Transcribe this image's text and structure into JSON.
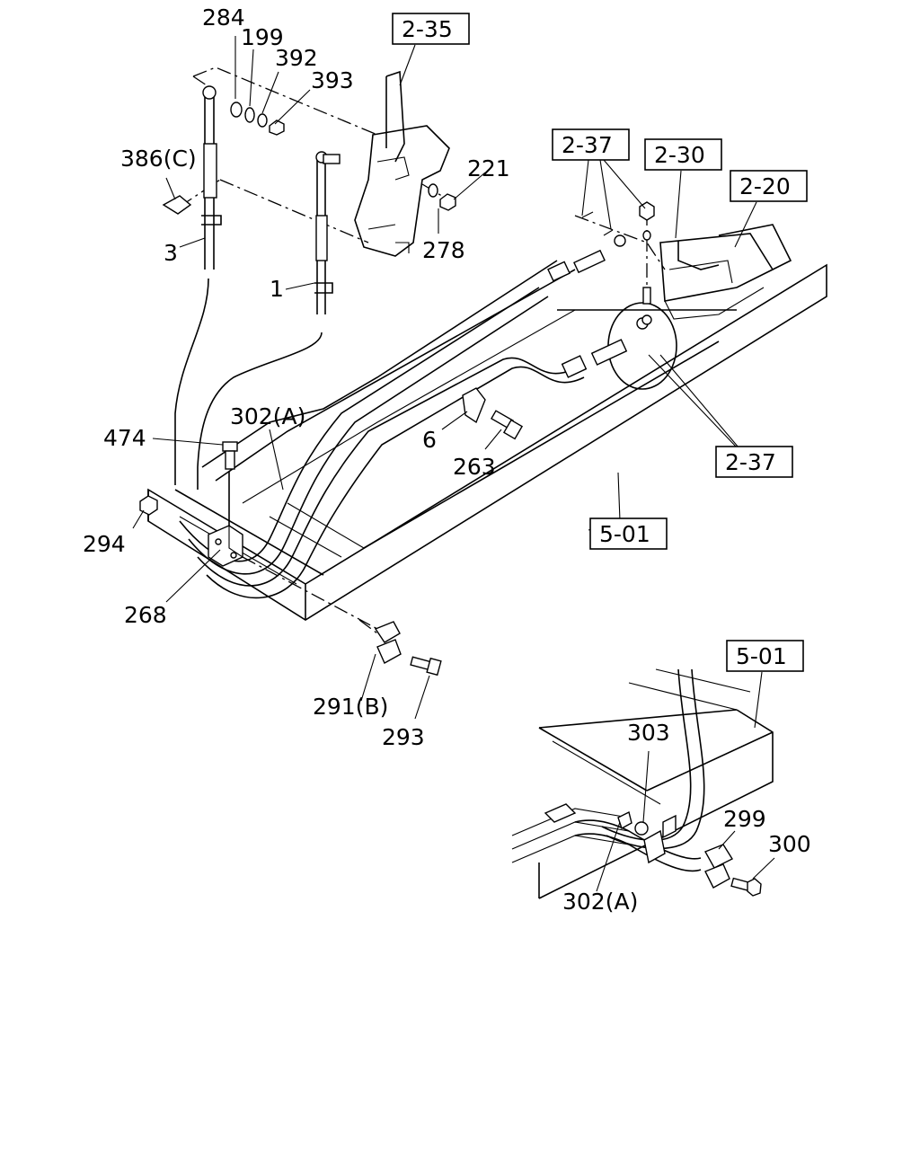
{
  "callouts": {
    "c284": "284",
    "c199": "199",
    "c392": "392",
    "c393": "393",
    "c386": "386(C)",
    "c3": "3",
    "c1": "1",
    "c221": "221",
    "c278": "278",
    "c474": "474",
    "c302a_main": "302(A)",
    "c6": "6",
    "c263": "263",
    "c294": "294",
    "c268": "268",
    "c291": "291(B)",
    "c293": "293",
    "c303": "303",
    "c299": "299",
    "c300": "300",
    "c302a_inset": "302(A)"
  },
  "references": {
    "r235": "2-35",
    "r237_top": "2-37",
    "r230": "2-30",
    "r220": "2-20",
    "r237_right": "2-37",
    "r501_main": "5-01",
    "r501_inset": "5-01"
  }
}
